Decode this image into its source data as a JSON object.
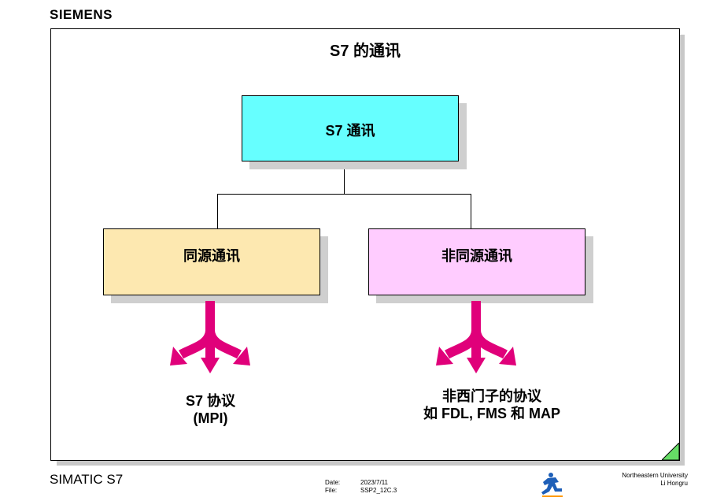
{
  "header": {
    "logo_text": "SIEMENS"
  },
  "slide": {
    "title": "S7 的通讯",
    "root": "S7 通讯",
    "left_branch": "同源通讯",
    "right_branch": "非同源通讯",
    "left_caption": {
      "line1": "S7 协议",
      "line2": "(MPI)"
    },
    "right_caption": {
      "line1": "非西门子的协议",
      "line2": "如 FDL, FMS 和 MAP"
    }
  },
  "footer": {
    "brand": "SIMATIC S7",
    "date_label": "Date:",
    "date_value": "2023/7/11",
    "file_label": "File:",
    "file_value": "SSP2_12C.3",
    "university_line1": "Northeastern  University",
    "university_line2": "Li Hongru"
  },
  "colors": {
    "root_fill": "#66ffff",
    "left_fill": "#fde8b0",
    "right_fill": "#ffccff",
    "arrow": "#e0007a",
    "corner": "#66dd66"
  }
}
